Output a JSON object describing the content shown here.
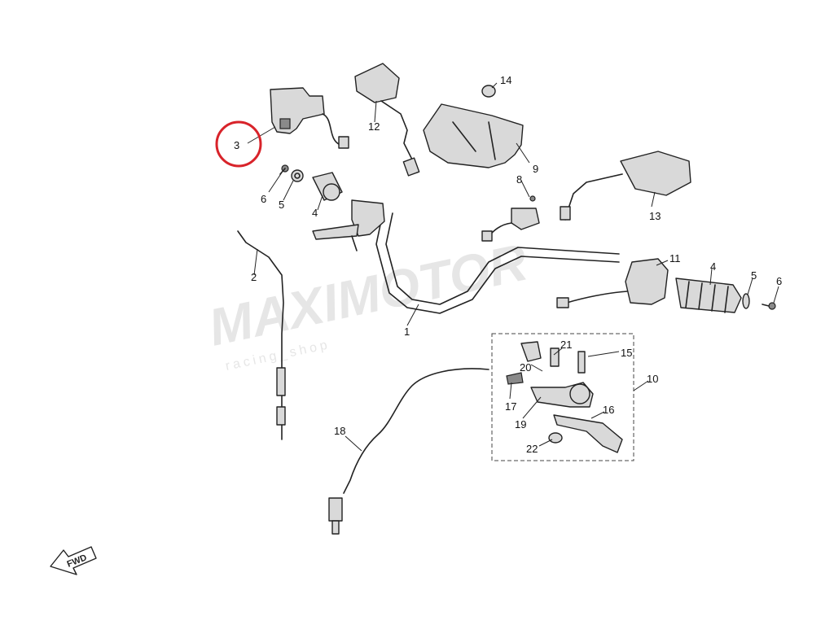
{
  "watermark": {
    "brand": "MAXIMOTOR",
    "tagline": "racing_shop"
  },
  "direction_marker": {
    "label": "FWD"
  },
  "highlight": {
    "target_callout": "3",
    "color": "#d8232a"
  },
  "callouts": {
    "c1": "1",
    "c2": "2",
    "c3": "3",
    "c4a": "4",
    "c4b": "4",
    "c5a": "5",
    "c5b": "5",
    "c6a": "6",
    "c6b": "6",
    "c8": "8",
    "c9": "9",
    "c10": "10",
    "c11": "11",
    "c12": "12",
    "c13": "13",
    "c14": "14",
    "c15": "15",
    "c16": "16",
    "c17": "17",
    "c18": "18",
    "c19": "19",
    "c20": "20",
    "c21": "21",
    "c22": "22"
  }
}
